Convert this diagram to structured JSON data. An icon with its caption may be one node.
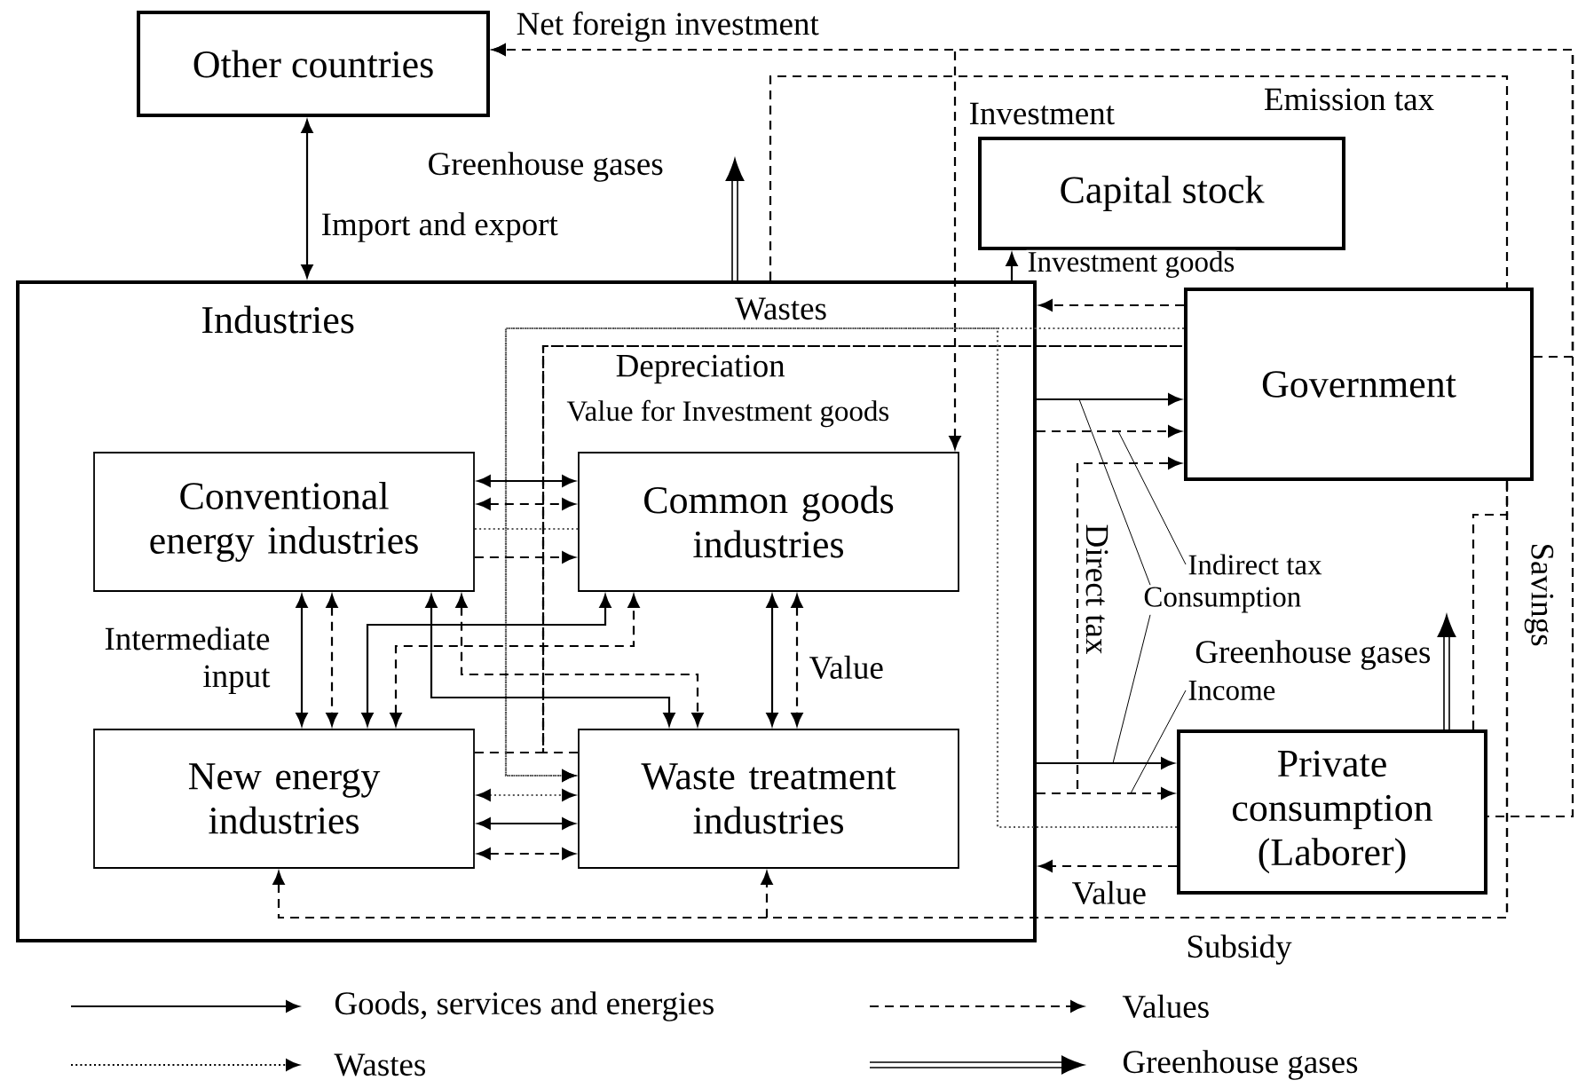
{
  "diagram": {
    "nodes": [
      {
        "text": [
          "Other countries"
        ]
      },
      {
        "text": [
          "Capital stock"
        ]
      },
      {
        "text": [
          "Industries"
        ]
      },
      {
        "text": [
          "Government"
        ]
      },
      {
        "text": [
          "Conventional energy industries"
        ],
        "in": 2
      },
      {
        "text": [
          "Common goods industries"
        ],
        "in": 2
      },
      {
        "text": [
          "New energy industries"
        ],
        "in": 2
      },
      {
        "text": [
          "Waste treatment industries"
        ],
        "in": 2
      },
      {
        "text": [
          "Private consumption (Laborer)"
        ]
      },
      {
        "text": [
          "Indirect tax"
        ]
      },
      {
        "text": [
          "Consumption"
        ]
      },
      {
        "text": [
          "Income"
        ]
      }
    ],
    "edges": [
      {
        "from": 0,
        "to": 2,
        "arrow": "both",
        "label": "Import and export"
      },
      {
        "from": 2,
        "to": null,
        "arrow": "to",
        "style": "thick",
        "label": "Greenhouse gases"
      },
      {
        "from": 2,
        "to": 1,
        "arrow": "to",
        "label": "Investment goods"
      },
      {
        "from": 3,
        "to": 0,
        "arrow": "to",
        "style": "dashed",
        "label": "Net foreign investment"
      },
      {
        "from": 8,
        "to": 0,
        "arrow": "to",
        "style": "dashed"
      },
      {
        "from": 3,
        "to": 5,
        "arrow": "to",
        "style": "dashed",
        "label": "Investment"
      },
      {
        "from": 2,
        "to": 3,
        "arrow": "none",
        "style": "dashed",
        "label": "Emission tax"
      },
      {
        "from": 8,
        "to": 3,
        "arrow": "none",
        "style": "dashed",
        "label": "Savings"
      },
      {
        "from": 3,
        "to": 6,
        "arrow": "to",
        "style": "dashed"
      },
      {
        "from": 3,
        "to": 7,
        "arrow": "to",
        "style": "dashed",
        "label": "Subsidy"
      },
      {
        "from": 6,
        "to": 3,
        "arrow": "none",
        "style": "dashed",
        "label": "Depreciation"
      },
      {
        "from": 7,
        "to": 3,
        "arrow": "none",
        "style": "dashed"
      },
      {
        "from": 3,
        "to": 7,
        "arrow": "to",
        "style": "dashed",
        "color": "#555555",
        "label": "Wastes"
      },
      {
        "from": 8,
        "to": 7,
        "arrow": "to",
        "style": "dashed",
        "color": "#555555"
      },
      {
        "from": 6,
        "to": 7,
        "arrow": "both",
        "style": "dashed",
        "color": "#555555"
      },
      {
        "from": 4,
        "to": 5,
        "arrow": "none",
        "style": "dashed",
        "color": "#555555"
      },
      {
        "from": 4,
        "to": 5,
        "arrow": "both"
      },
      {
        "from": 4,
        "to": 5,
        "arrow": "both",
        "style": "dashed"
      },
      {
        "from": 4,
        "to": 5,
        "arrow": "to",
        "style": "dashed"
      },
      {
        "from": 6,
        "to": 7,
        "arrow": "both"
      },
      {
        "from": 6,
        "to": 7,
        "arrow": "both",
        "style": "dashed"
      },
      {
        "from": 4,
        "to": 6,
        "arrow": "both"
      },
      {
        "from": 4,
        "to": 6,
        "arrow": "both",
        "style": "dashed"
      },
      {
        "from": 6,
        "to": 5,
        "arrow": "both"
      },
      {
        "from": 6,
        "to": 5,
        "arrow": "both",
        "style": "dashed"
      },
      {
        "from": 4,
        "to": 7,
        "arrow": "both"
      },
      {
        "from": 4,
        "to": 7,
        "arrow": "both",
        "style": "dashed"
      },
      {
        "from": 5,
        "to": 7,
        "arrow": "both"
      },
      {
        "from": 5,
        "to": 7,
        "arrow": "both",
        "style": "dashed",
        "label": "Value"
      },
      {
        "from": 3,
        "to": 2,
        "arrow": "to",
        "style": "dashed"
      },
      {
        "from": 2,
        "to": 3,
        "arrow": "to"
      },
      {
        "from": 2,
        "to": 3,
        "arrow": "to",
        "style": "dashed"
      },
      {
        "from": 2,
        "to": 3,
        "arrow": "to",
        "style": "dashed",
        "label": "Direct tax"
      },
      {
        "from": 2,
        "to": 8,
        "arrow": "to"
      },
      {
        "from": 2,
        "to": 8,
        "arrow": "to",
        "style": "dashed"
      },
      {
        "from": 8,
        "to": 2,
        "arrow": "to",
        "style": "dashed",
        "label": "Value"
      },
      {
        "from": 8,
        "to": null,
        "arrow": "to",
        "style": "thick",
        "label": "Greenhouse gases"
      },
      {
        "from": 9,
        "to": null,
        "arrow": "none"
      },
      {
        "from": 10,
        "to": null,
        "arrow": "none"
      },
      {
        "from": 10,
        "to": null,
        "arrow": "none"
      },
      {
        "from": 11,
        "to": null,
        "arrow": "none"
      }
    ],
    "labels": [
      "Value for Investment goods",
      "Intermediate input"
    ],
    "legend": [
      {
        "text": "Goods, services and energies"
      },
      {
        "text": "Values"
      },
      {
        "text": "Wastes"
      },
      {
        "text": "Greenhouse gases"
      }
    ]
  }
}
